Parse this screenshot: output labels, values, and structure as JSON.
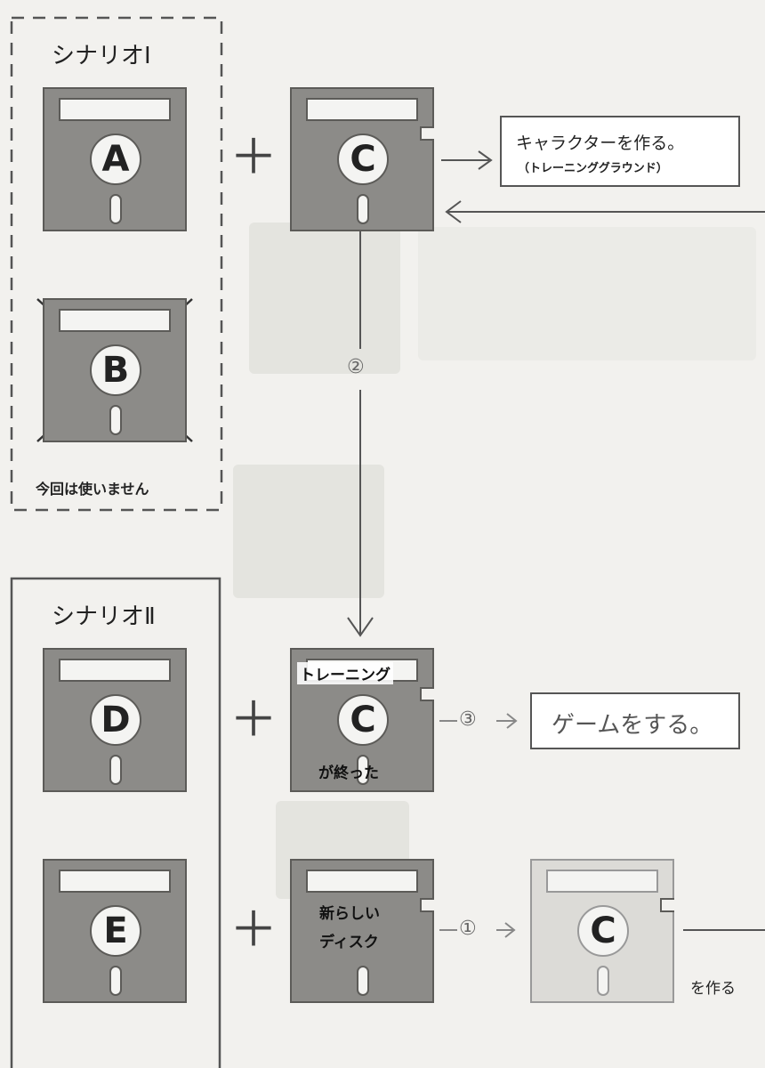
{
  "scenario1": {
    "title": "シナリオⅠ",
    "disks": [
      "A",
      "B"
    ],
    "unused_note": "今回は使いません"
  },
  "scenario2": {
    "title": "シナリオⅡ",
    "disks": [
      "D",
      "E"
    ]
  },
  "disk_c": {
    "letter": "C",
    "training_top": "トレーニング",
    "training_bottom": "が終った",
    "new_disk_line1": "新らしい",
    "new_disk_line2": "ディスク"
  },
  "plus_symbol": "＋",
  "steps": {
    "step1": "①",
    "step2": "②",
    "step3": "③"
  },
  "results": {
    "make_character": "キャラクターを作る。",
    "training_ground": "（トレーニンググラウンド）",
    "play_game": "ゲームをする。",
    "make_disk": "を作る"
  },
  "colors": {
    "disk_body": "#8c8b88",
    "disk_faded": "#dcdbd7",
    "line": "#555555"
  }
}
